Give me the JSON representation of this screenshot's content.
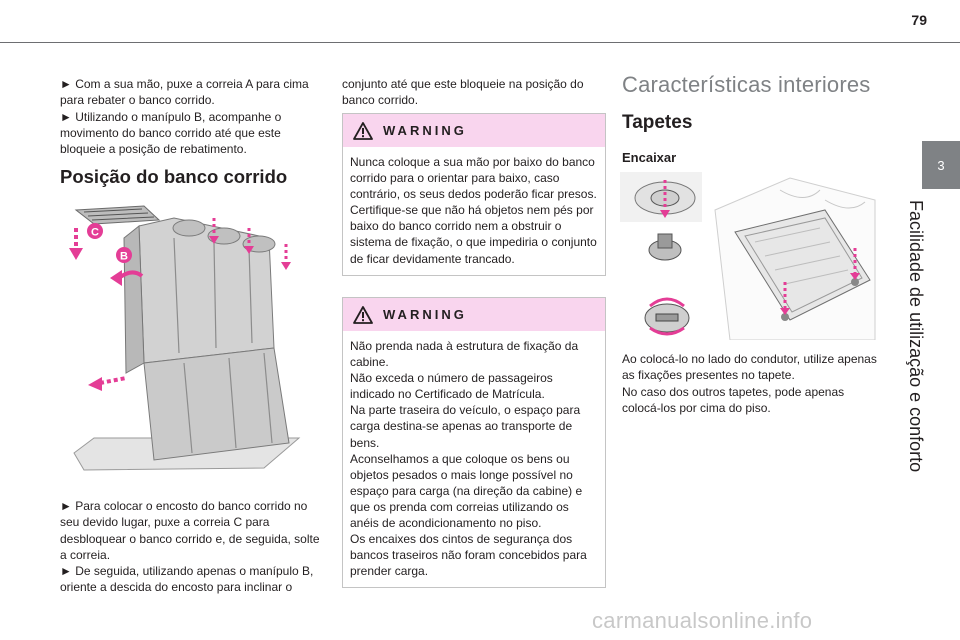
{
  "page": {
    "number": "79",
    "chapter_tab": "3",
    "chapter_title": "Facilidade de utilização e conforto",
    "watermark": "carmanualsonline.info"
  },
  "col1": {
    "intro_lines": [
      "► Com a sua mão, puxe a correia A para cima para rebater o banco corrido.",
      "► Utilizando o manípulo B, acompanhe o movimento do banco corrido até que este bloqueie a posição de rebatimento."
    ],
    "section_title": "Posição do banco corrido",
    "figure": {
      "labels": [
        "C",
        "B"
      ],
      "label_color": "#e43d96",
      "seat_color": "#d2d2d2"
    },
    "after_figure_lines": [
      "► Para colocar o encosto do banco corrido no seu devido lugar, puxe a correia C para desbloquear o banco corrido e, de seguida, solte a correia.",
      "► De seguida, utilizando apenas o manípulo B, oriente a descida do encosto para inclinar o"
    ]
  },
  "col2": {
    "continuation": "conjunto até que este bloqueie na posição do banco corrido.",
    "warnings": [
      {
        "title": "WARNING",
        "paragraphs": [
          "Nunca coloque a sua mão por baixo do banco corrido para o orientar para baixo, caso contrário, os seus dedos poderão ficar presos.",
          "Certifique-se que não há objetos nem pés por baixo do banco corrido nem a obstruir o sistema de fixação, o que impediria o conjunto de ficar devidamente trancado."
        ]
      },
      {
        "title": "WARNING",
        "paragraphs": [
          "Não prenda nada à estrutura de fixação da cabine.",
          "Não exceda o número de passageiros indicado no Certificado de Matrícula.",
          "Na parte traseira do veículo, o espaço para carga destina-se apenas ao transporte de bens.",
          "Aconselhamos a que coloque os bens ou objetos pesados o mais longe possível no espaço para carga (na direção da cabine) e que os prenda com correias utilizando os anéis de acondicionamento no piso.",
          "Os encaixes dos cintos de segurança dos bancos traseiros não foram concebidos para prender carga."
        ]
      }
    ],
    "warning_header_color": "#f9d5ee"
  },
  "col3": {
    "heading": "Características interiores",
    "title": "Tapetes",
    "subtitle": "Encaixar",
    "paragraphs": [
      "Ao colocá-lo no lado do condutor, utilize apenas as fixações presentes no tapete.",
      "No caso dos outros tapetes, pode apenas colocá-los por cima do piso."
    ]
  }
}
